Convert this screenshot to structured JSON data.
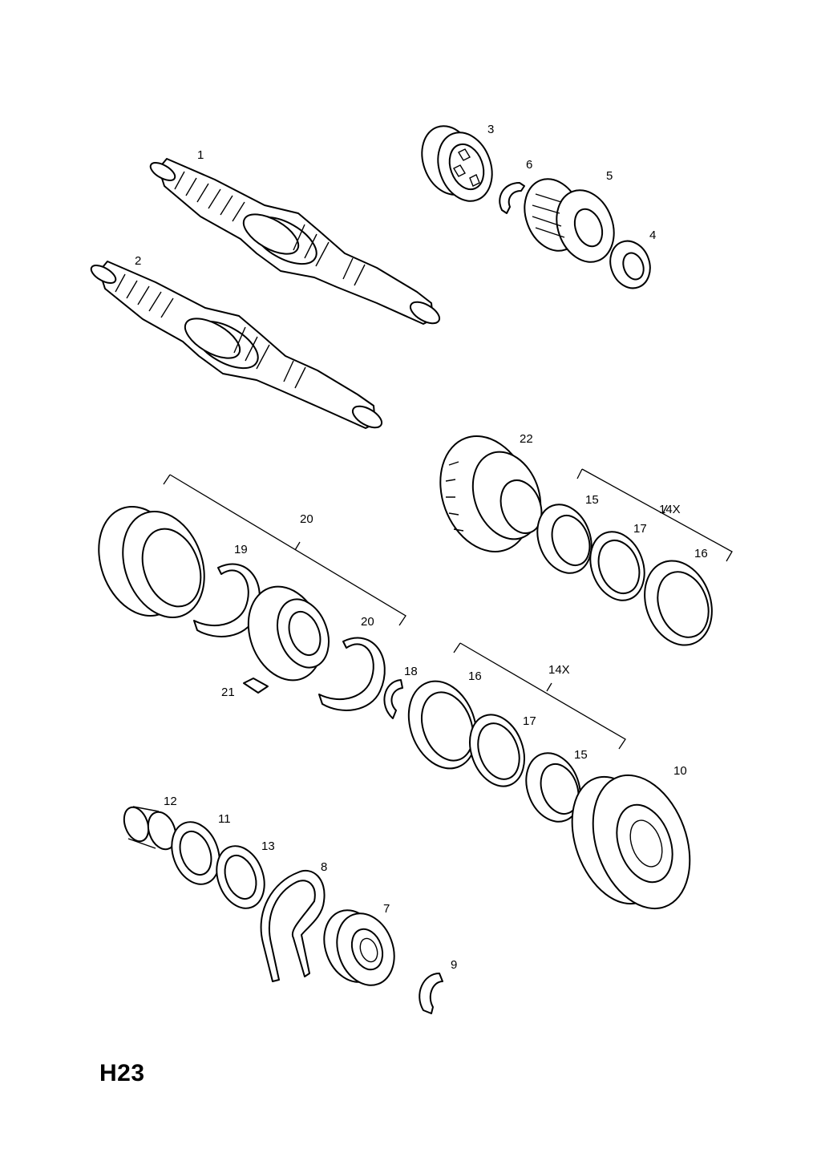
{
  "diagram": {
    "sheet_code": "H23",
    "callouts": [
      {
        "id": "c1",
        "text": "1"
      },
      {
        "id": "c2",
        "text": "2"
      },
      {
        "id": "c3",
        "text": "3"
      },
      {
        "id": "c4",
        "text": "4"
      },
      {
        "id": "c5",
        "text": "5"
      },
      {
        "id": "c6",
        "text": "6"
      },
      {
        "id": "c7",
        "text": "7"
      },
      {
        "id": "c8",
        "text": "8"
      },
      {
        "id": "c9",
        "text": "9"
      },
      {
        "id": "c10",
        "text": "10"
      },
      {
        "id": "c11",
        "text": "11"
      },
      {
        "id": "c12",
        "text": "12"
      },
      {
        "id": "c13",
        "text": "13"
      },
      {
        "id": "c14a",
        "text": "14X"
      },
      {
        "id": "c14b",
        "text": "14X"
      },
      {
        "id": "c15a",
        "text": "15"
      },
      {
        "id": "c15b",
        "text": "15"
      },
      {
        "id": "c16a",
        "text": "16"
      },
      {
        "id": "c16b",
        "text": "16"
      },
      {
        "id": "c17a",
        "text": "17"
      },
      {
        "id": "c17b",
        "text": "17"
      },
      {
        "id": "c18",
        "text": "18"
      },
      {
        "id": "c19",
        "text": "19"
      },
      {
        "id": "c20a",
        "text": "20"
      },
      {
        "id": "c20b",
        "text": "20"
      },
      {
        "id": "c21",
        "text": "21"
      },
      {
        "id": "c22",
        "text": "22"
      }
    ]
  }
}
